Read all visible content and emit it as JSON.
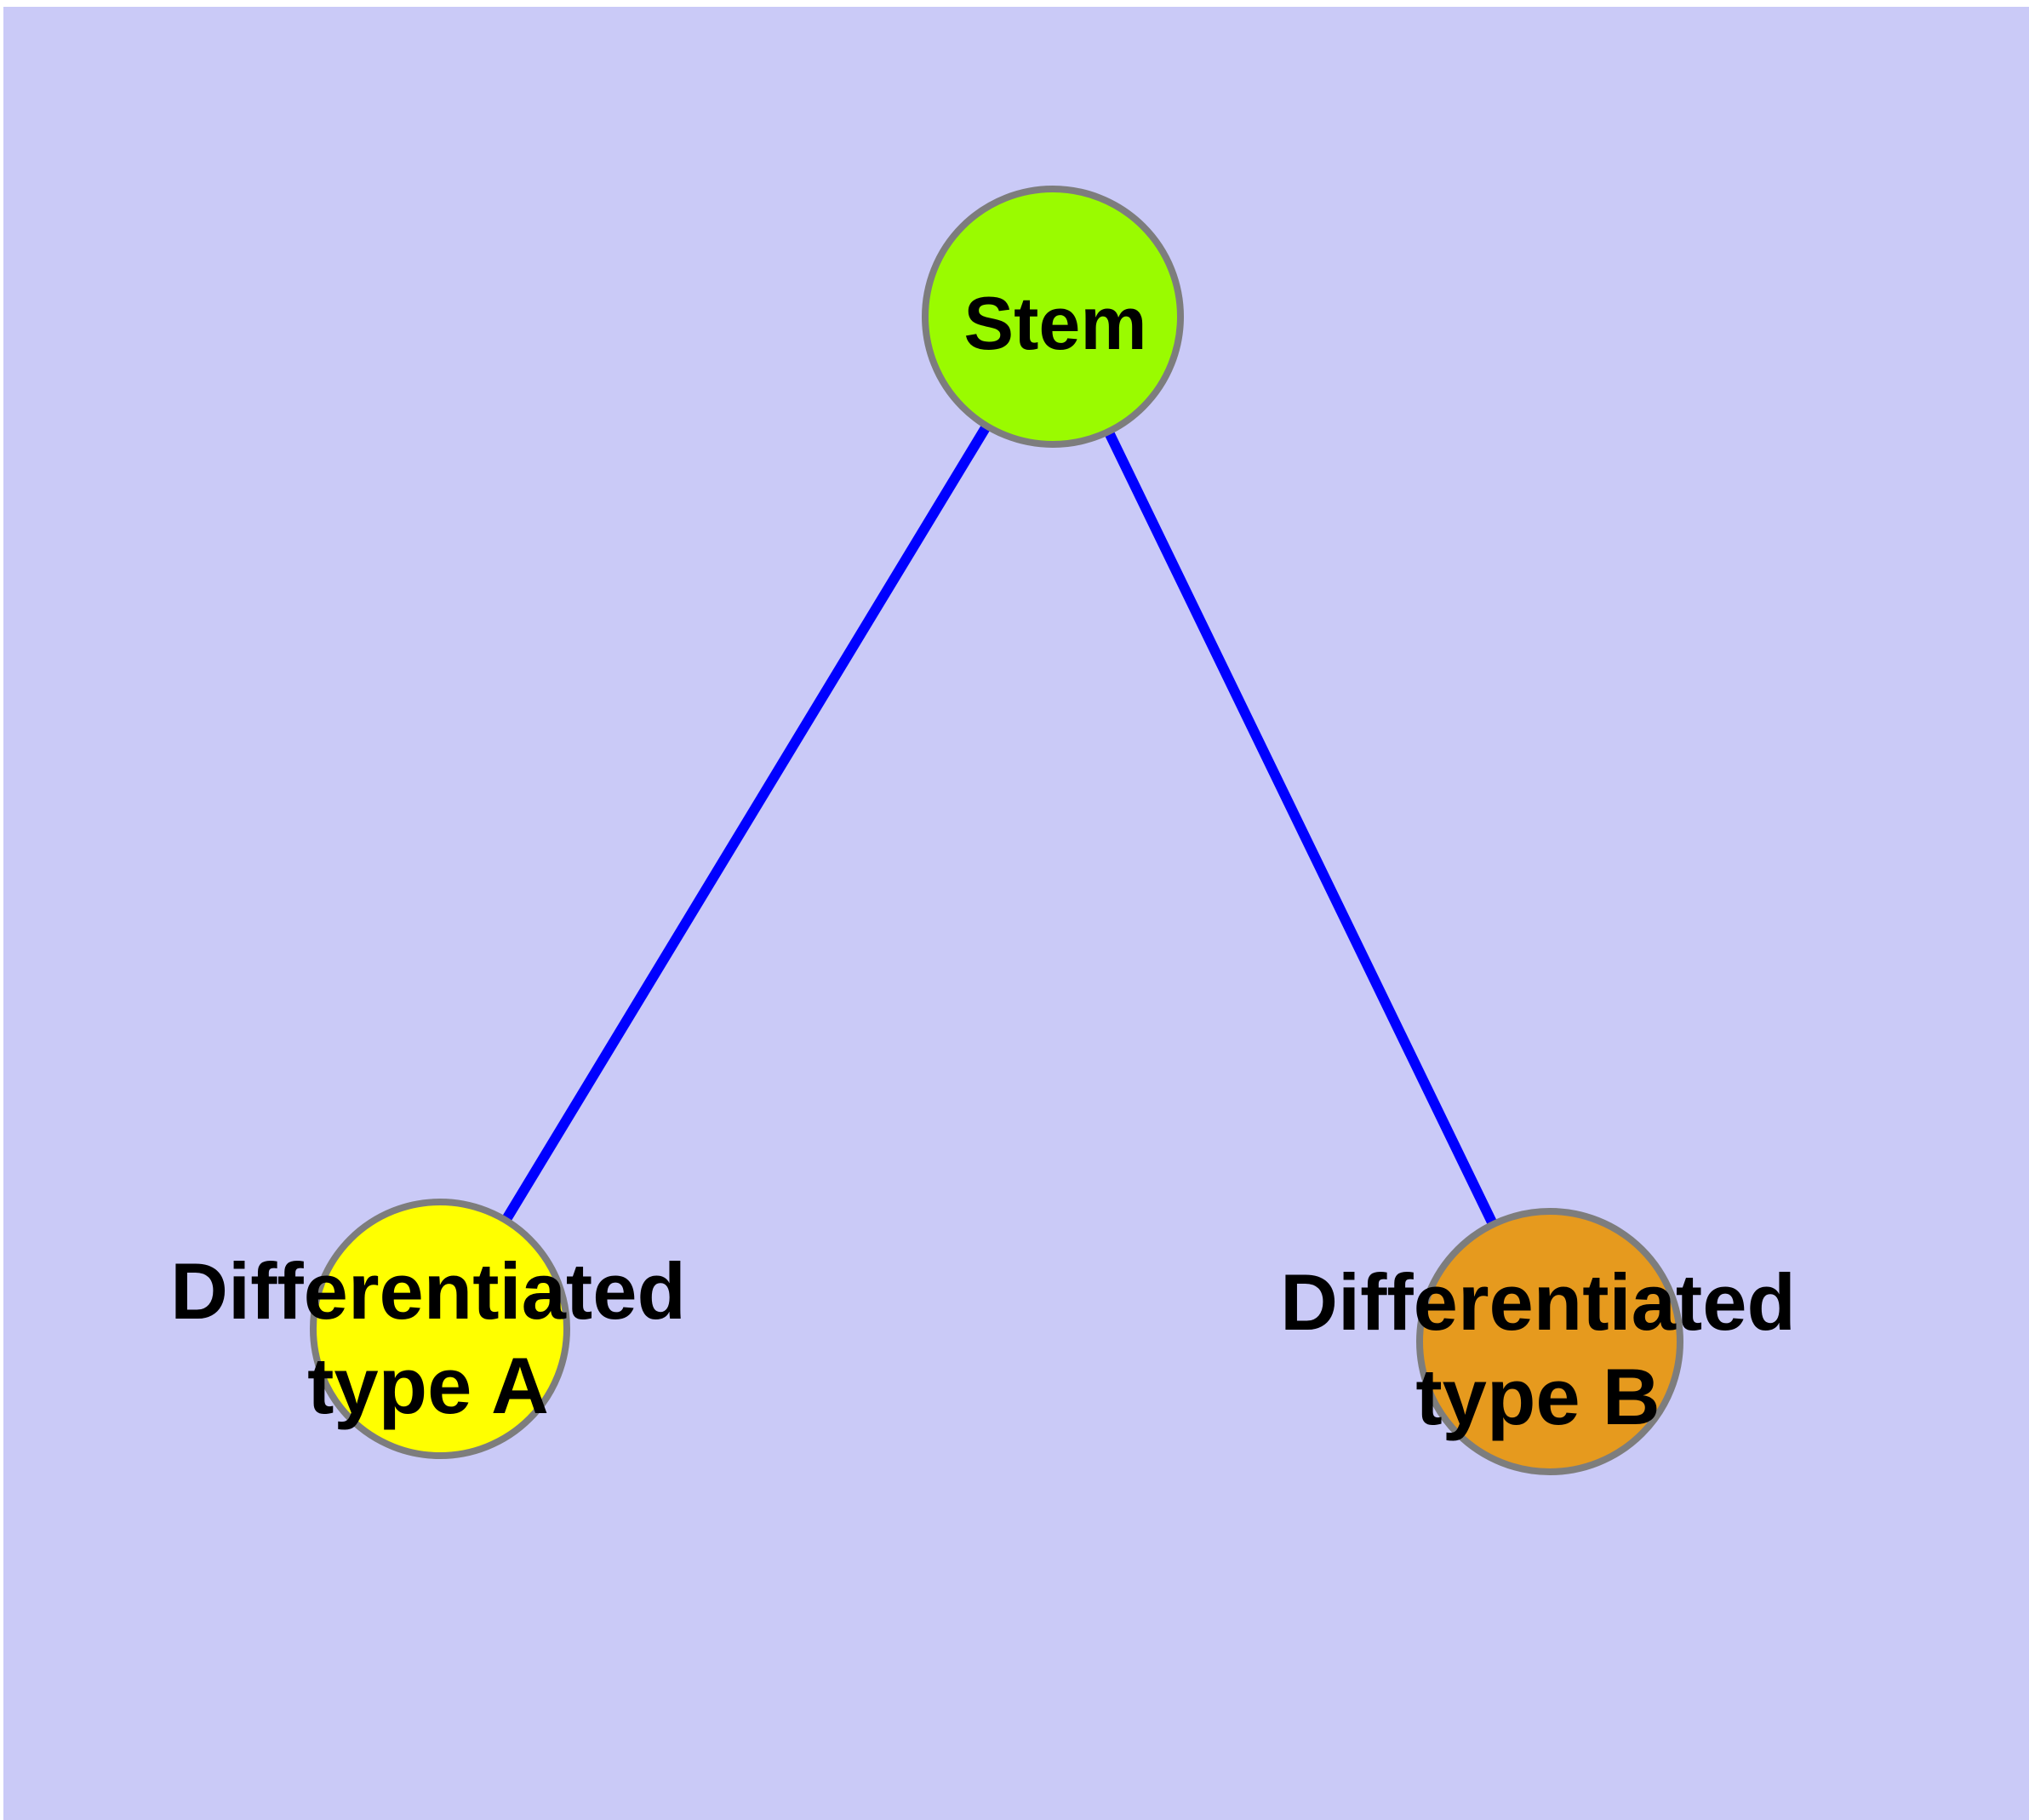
{
  "diagram": {
    "background_color": "#CACAF7",
    "page_margin_color": "#FFFFFF",
    "edge_color": "#0000FF",
    "node_border_color": "#7D7D7D",
    "label_color": "#000000",
    "nodes": {
      "stem": {
        "label": "Stem",
        "fill": "#9AFB00"
      },
      "type_a": {
        "label_line1": "Differentiated",
        "label_line2": "type A",
        "label_full": "Differentiated type A",
        "fill": "#FFFF00"
      },
      "type_b": {
        "label_line1": "Differentiated",
        "label_line2": "type B",
        "label_full": "Differentiated type B",
        "fill": "#E69A1E"
      }
    },
    "edges": [
      {
        "from": "Stem",
        "to": "Differentiated type A"
      },
      {
        "from": "Stem",
        "to": "Differentiated type B"
      }
    ]
  }
}
